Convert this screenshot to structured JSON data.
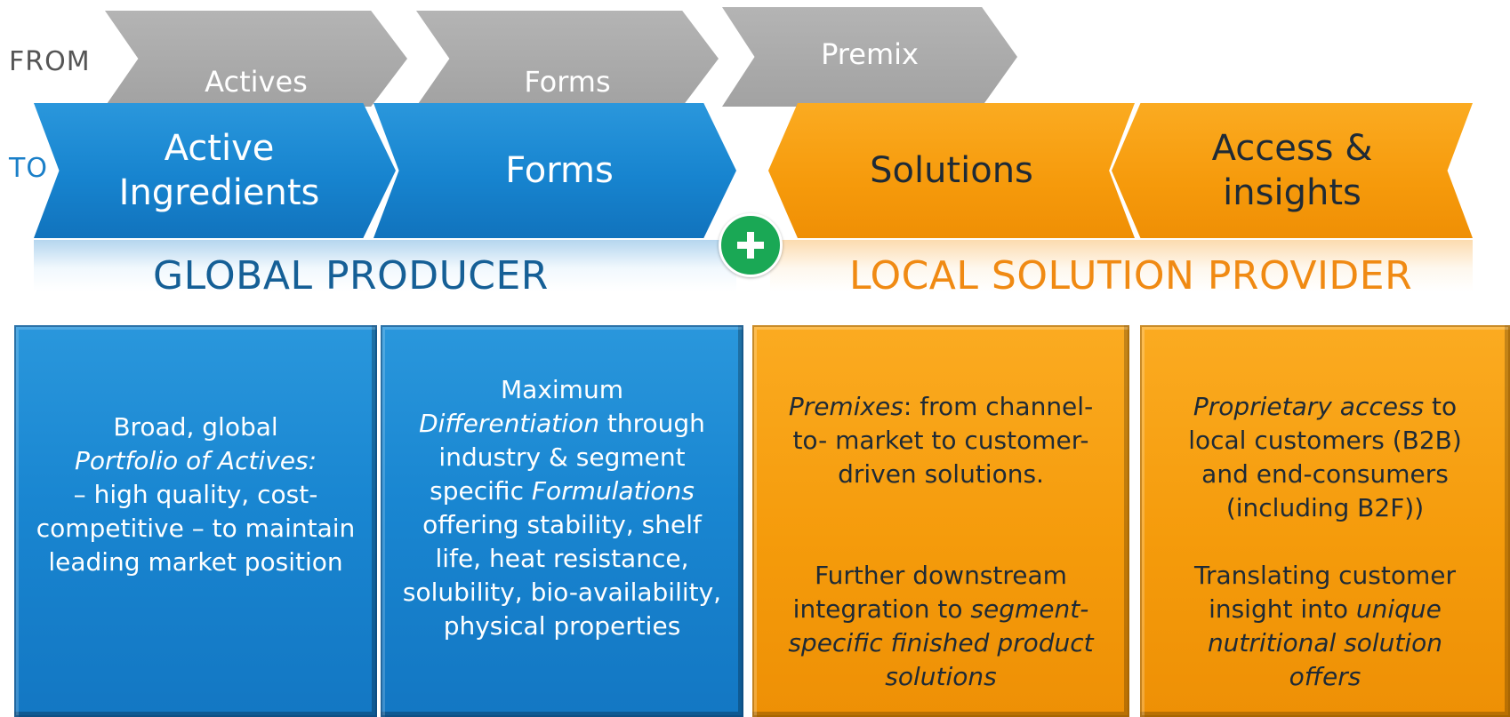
{
  "row_labels": {
    "from": "FROM",
    "to": "TO"
  },
  "from_chevrons": [
    "Actives",
    "Forms",
    "Premix"
  ],
  "to_chevrons": {
    "active_ingredients": [
      "Active",
      "Ingredients"
    ],
    "forms": "Forms",
    "solutions": "Solutions",
    "access_insights": [
      "Access &",
      "insights"
    ]
  },
  "plus_icon": "plus-icon",
  "sections": {
    "global": "GLOBAL PRODUCER",
    "local": "LOCAL SOLUTION PROVIDER"
  },
  "colors": {
    "blue": "#1784cf",
    "orange": "#f69a0b",
    "grey": "#a8a8a8",
    "green": "#1aa855",
    "global_title": "#155f96",
    "local_title": "#f08a13"
  },
  "boxes": {
    "actives": {
      "l1": "Broad, global",
      "l2_em": "Portfolio of Actives:",
      "l3": "– high quality, cost-",
      "l4": "competitive – to maintain",
      "l5": "leading market position"
    },
    "forms": {
      "l1": "Maximum",
      "l2_em": "Differentiation",
      "l2_rest": " through",
      "l3": "industry & segment",
      "l4_pre": "specific ",
      "l4_em": "Formulations",
      "l5": "offering stability, shelf",
      "l6": "life, heat resistance,",
      "l7": "solubility, bio-availability,",
      "l8": "physical properties"
    },
    "solutions": {
      "l1_em": "Premixes",
      "l1_rest": ": from channel-",
      "l2": "to- market  to customer-",
      "l3": "driven solutions.",
      "l4": "Further downstream",
      "l5_pre": "integration to ",
      "l5_em": "segment-",
      "l6_em": "specific  finished product",
      "l7_em": "solutions"
    },
    "access": {
      "l1_em": "Proprietary access",
      "l1_rest": " to",
      "l2": "local customers (B2B)",
      "l3": "and end-consumers",
      "l4": "(including B2F))",
      "l5": "Translating customer",
      "l6_pre": "insight into ",
      "l6_em": "unique",
      "l7_em": "nutritional solution",
      "l8_em": "offers"
    }
  }
}
